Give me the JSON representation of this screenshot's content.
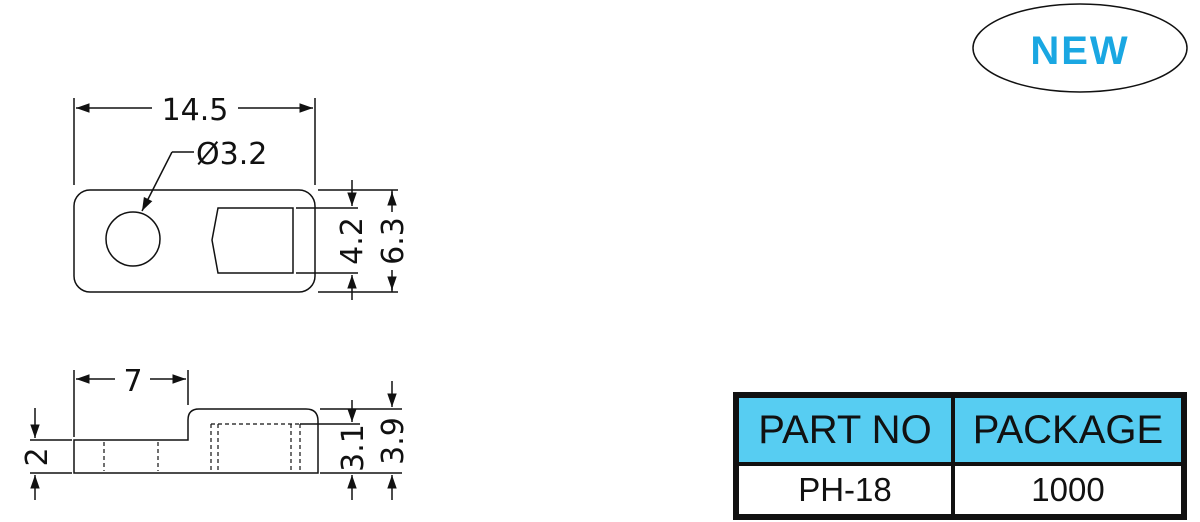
{
  "badge": {
    "label": "NEW",
    "color": "#1aa7e2"
  },
  "top_view": {
    "length": "14.5",
    "hole_diameter": "Ø3.2",
    "inner_height": "4.2",
    "outer_height": "6.3"
  },
  "side_view": {
    "step_length": "7",
    "base_thickness": "2",
    "inner_height": "3.1",
    "total_height": "3.9"
  },
  "table": {
    "headers": [
      "PART NO",
      "PACKAGE"
    ],
    "rows": [
      [
        "PH-18",
        "1000"
      ]
    ],
    "header_color": "#57cdf2"
  }
}
